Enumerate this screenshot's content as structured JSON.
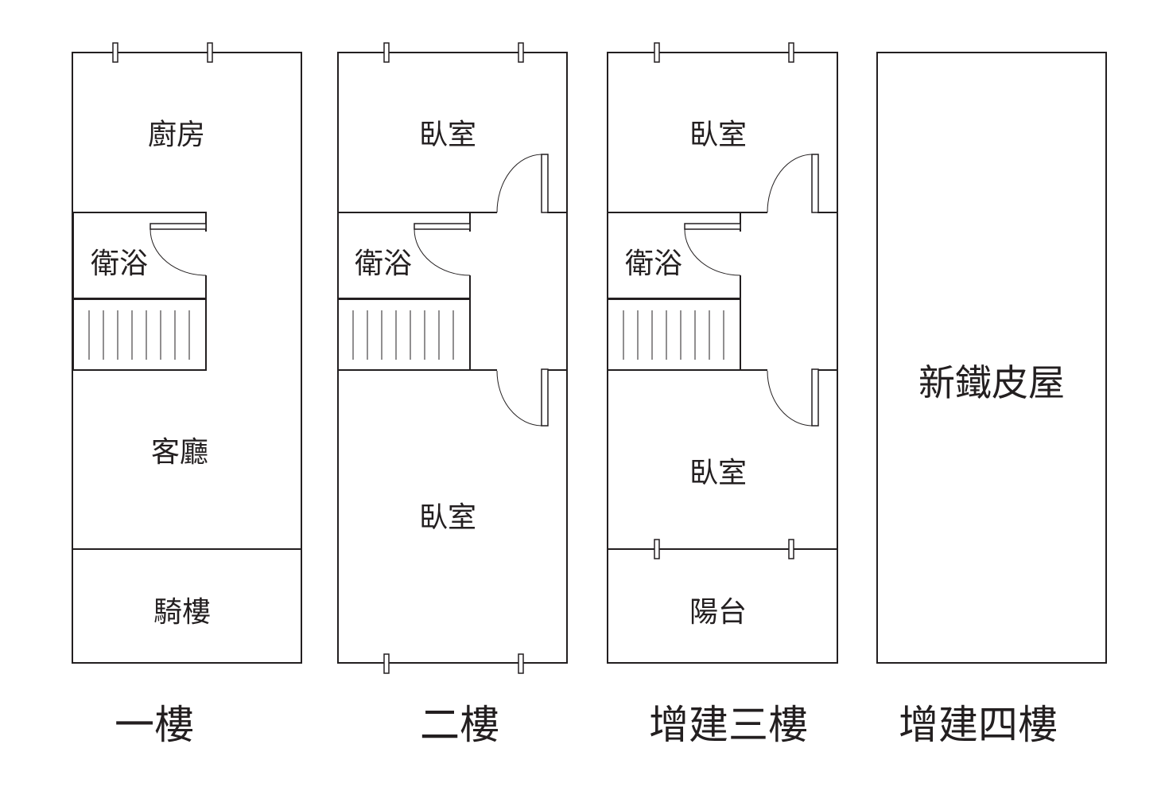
{
  "floors": [
    {
      "title": "一樓",
      "rooms": {
        "kitchen": "廚房",
        "bath": "衛浴",
        "living": "客廳",
        "arcade": "騎樓"
      }
    },
    {
      "title": "二樓",
      "rooms": {
        "bedroom_top": "臥室",
        "bath": "衛浴",
        "bedroom_bottom": "臥室"
      }
    },
    {
      "title": "增建三樓",
      "rooms": {
        "bedroom_top": "臥室",
        "bath": "衛浴",
        "bedroom_bottom": "臥室",
        "balcony": "陽台"
      }
    },
    {
      "title": "增建四樓",
      "rooms": {
        "main": "新鐵皮屋"
      }
    }
  ],
  "colors": {
    "line": "#231f20",
    "background": "#ffffff"
  }
}
